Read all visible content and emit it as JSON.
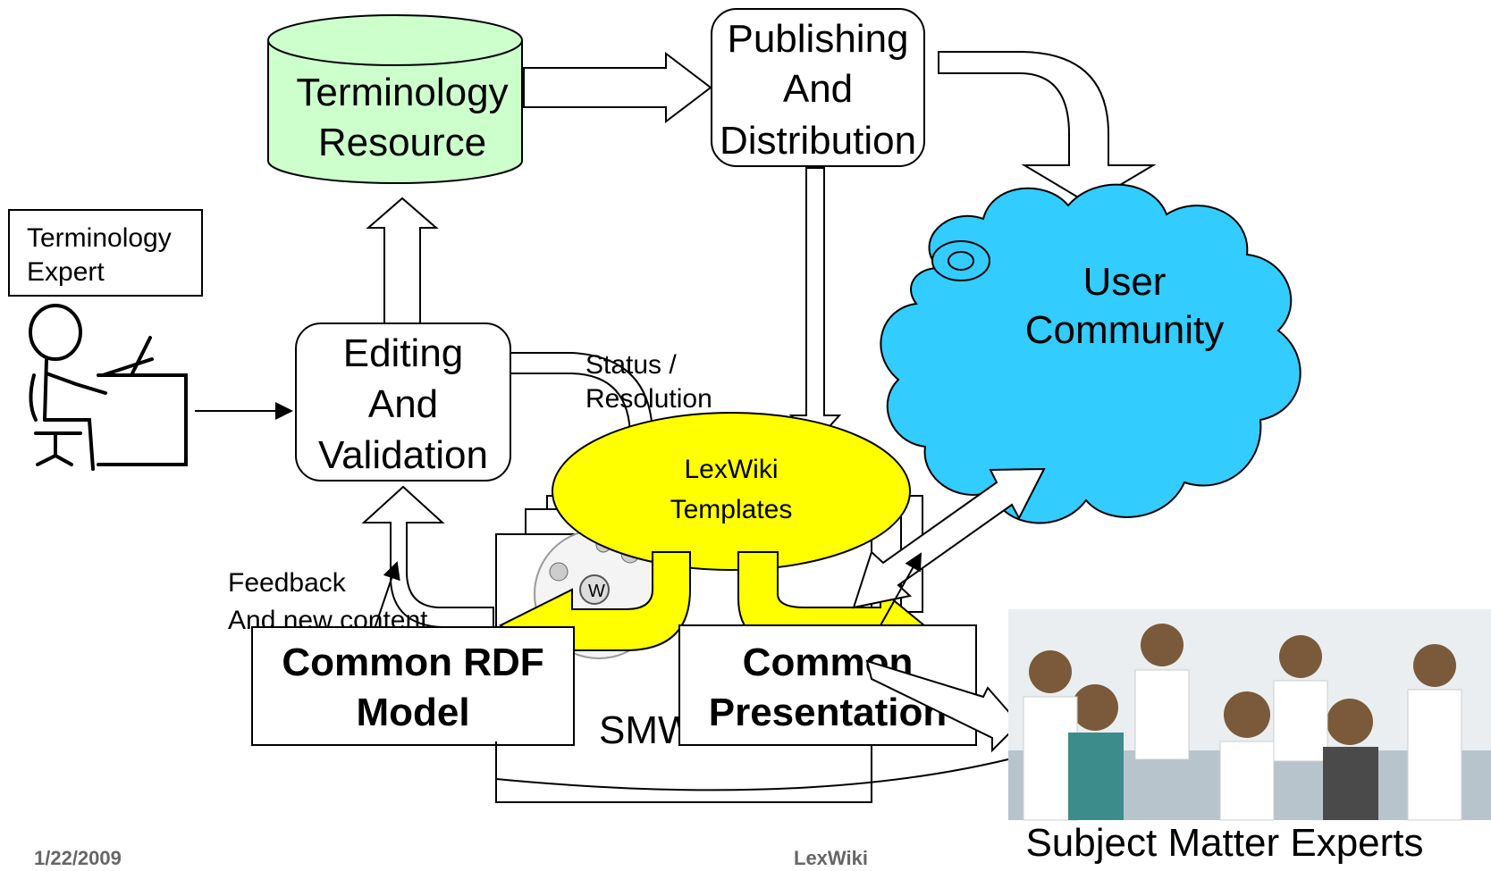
{
  "nodes": {
    "terminology_resource": {
      "line1": "Terminology",
      "line2": "Resource",
      "fill": "#ccffcc"
    },
    "publishing": {
      "line1": "Publishing",
      "line2": "And",
      "line3": "Distribution"
    },
    "user_community": {
      "line1": "User",
      "line2": "Community",
      "fill": "#33ccff"
    },
    "terminology_expert": {
      "line1": "Terminology",
      "line2": "Expert"
    },
    "editing": {
      "line1": "Editing",
      "line2": "And",
      "line3": "Validation"
    },
    "lexwiki_templates": {
      "line1": "LexWiki",
      "line2": "Templates",
      "fill": "#ffff00"
    },
    "common_rdf": {
      "line1": "Common RDF",
      "line2": "Model"
    },
    "common_presentation": {
      "line1": "Common",
      "line2": "Presentation"
    },
    "smw": {
      "label": "SMW"
    }
  },
  "labels": {
    "status_line1": "Status /",
    "status_line2": "Resolution",
    "feedback_line1": "Feedback",
    "feedback_line2": "And new content"
  },
  "photo": {
    "caption": "Subject Matter Experts"
  },
  "footer": {
    "date": "1/22/2009",
    "title": "LexWiki"
  }
}
